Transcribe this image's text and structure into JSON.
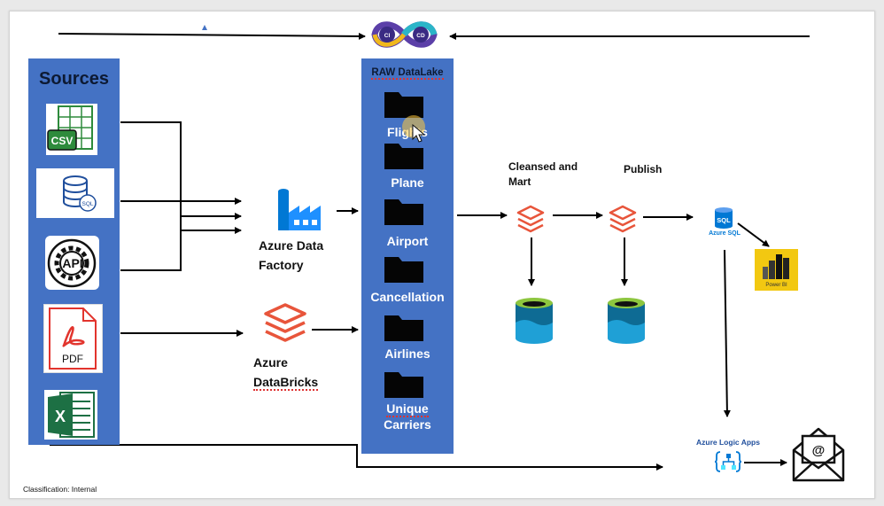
{
  "sources": {
    "title": "Sources",
    "items": [
      {
        "icon": "csv-file-icon",
        "label": "CSV"
      },
      {
        "icon": "sql-database-icon",
        "label": "SQL"
      },
      {
        "icon": "api-gear-icon",
        "label": "API"
      },
      {
        "icon": "pdf-file-icon",
        "label": "PDF"
      },
      {
        "icon": "excel-file-icon",
        "label": "X"
      }
    ]
  },
  "cicd": {
    "icon": "ci-cd-infinity-icon",
    "left_label": "CI",
    "right_label": "CD"
  },
  "adf": {
    "icon": "azure-data-factory-icon",
    "line1": "Azure Data",
    "line2": "Factory"
  },
  "databricks": {
    "icon": "databricks-icon",
    "line1": "Azure",
    "line2": "DataBricks"
  },
  "raw": {
    "title": "RAW DataLake",
    "folders": [
      "Flights",
      "Plane",
      "Airport",
      "Cancellation",
      "Airlines",
      "Unique",
      "Carriers"
    ]
  },
  "cleansed": {
    "line1": "Cleansed and",
    "line2": "Mart"
  },
  "publish": {
    "label": "Publish"
  },
  "azure_sql": {
    "label": "Azure SQL",
    "badge": "SQL"
  },
  "powerbi": {
    "label": "Power BI"
  },
  "logic_apps": {
    "label": "Azure Logic Apps"
  },
  "email": {
    "icon": "email-envelope-icon",
    "symbol": "@"
  },
  "footer": {
    "classification": "Classification: Internal"
  },
  "colors": {
    "panel_blue": "#4472c4",
    "databricks_orange": "#e8553b",
    "storage_cyan": "#1fa0d6",
    "storage_green": "#8dc63f",
    "powerbi_yellow": "#f2c811",
    "azure_blue": "#0078d4",
    "excel_green": "#1d7044",
    "csv_green": "#2e8b3c",
    "pdf_red": "#e2342d"
  }
}
